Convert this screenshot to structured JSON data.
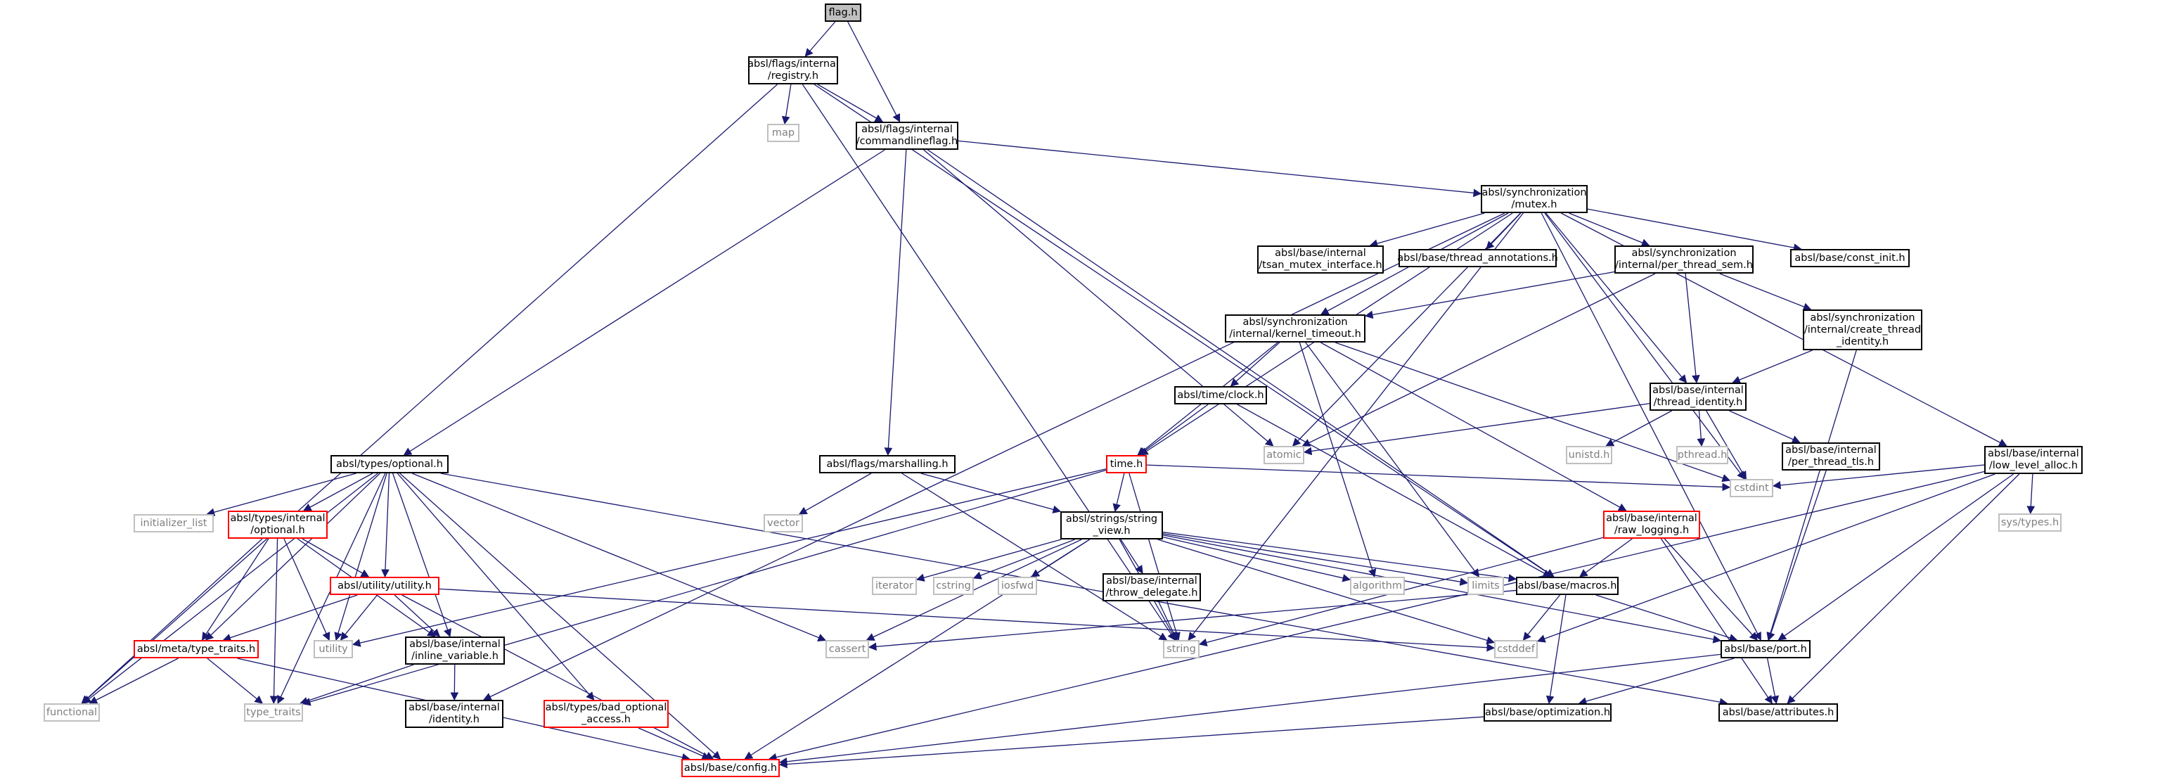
{
  "colors": {
    "edge": "#191970",
    "node_border": "#000000",
    "system_border": "#bfbfbf",
    "system_text": "#7f7f7f",
    "truncated_border": "#ff0000",
    "root_fill": "#bfbfbf"
  },
  "nodes": [
    {
      "id": "flag_h",
      "label": "flag.h",
      "kind": "root"
    },
    {
      "id": "registry",
      "label": "absl/flags/internal\n/registry.h",
      "kind": "normal"
    },
    {
      "id": "map",
      "label": "map",
      "kind": "system"
    },
    {
      "id": "commandlineflag",
      "label": "absl/flags/internal\n/commandlineflag.h",
      "kind": "normal"
    },
    {
      "id": "mutex",
      "label": "absl/synchronization\n/mutex.h",
      "kind": "normal"
    },
    {
      "id": "tsan",
      "label": "absl/base/internal\n/tsan_mutex_interface.h",
      "kind": "normal"
    },
    {
      "id": "thread_annotations",
      "label": "absl/base/thread_annotations.h",
      "kind": "normal"
    },
    {
      "id": "per_thread_sem",
      "label": "absl/synchronization\n/internal/per_thread_sem.h",
      "kind": "normal"
    },
    {
      "id": "const_init",
      "label": "absl/base/const_init.h",
      "kind": "normal"
    },
    {
      "id": "kernel_timeout",
      "label": "absl/synchronization\n/internal/kernel_timeout.h",
      "kind": "normal"
    },
    {
      "id": "create_thread_identity",
      "label": "absl/synchronization\n/internal/create_thread\n_identity.h",
      "kind": "normal"
    },
    {
      "id": "clock",
      "label": "absl/time/clock.h",
      "kind": "normal"
    },
    {
      "id": "thread_identity",
      "label": "absl/base/internal\n/thread_identity.h",
      "kind": "normal"
    },
    {
      "id": "atomic",
      "label": "atomic",
      "kind": "system"
    },
    {
      "id": "unistd",
      "label": "unistd.h",
      "kind": "system"
    },
    {
      "id": "pthread",
      "label": "pthread.h",
      "kind": "system"
    },
    {
      "id": "per_thread_tls",
      "label": "absl/base/internal\n/per_thread_tls.h",
      "kind": "normal"
    },
    {
      "id": "low_level_alloc",
      "label": "absl/base/internal\n/low_level_alloc.h",
      "kind": "normal"
    },
    {
      "id": "optional",
      "label": "absl/types/optional.h",
      "kind": "normal"
    },
    {
      "id": "marshalling",
      "label": "absl/flags/marshalling.h",
      "kind": "normal"
    },
    {
      "id": "time",
      "label": "time.h",
      "kind": "truncated"
    },
    {
      "id": "cstdint",
      "label": "cstdint",
      "kind": "system"
    },
    {
      "id": "sys_types",
      "label": "sys/types.h",
      "kind": "system"
    },
    {
      "id": "initializer_list",
      "label": "initializer_list",
      "kind": "system"
    },
    {
      "id": "types_internal_optional",
      "label": "absl/types/internal\n/optional.h",
      "kind": "truncated"
    },
    {
      "id": "vector",
      "label": "vector",
      "kind": "system"
    },
    {
      "id": "string_view",
      "label": "absl/strings/string\n_view.h",
      "kind": "normal"
    },
    {
      "id": "raw_logging",
      "label": "absl/base/internal\n/raw_logging.h",
      "kind": "truncated"
    },
    {
      "id": "utility_h",
      "label": "absl/utility/utility.h",
      "kind": "truncated"
    },
    {
      "id": "iterator",
      "label": "iterator",
      "kind": "system"
    },
    {
      "id": "cstring",
      "label": "cstring",
      "kind": "system"
    },
    {
      "id": "iosfwd",
      "label": "iosfwd",
      "kind": "system"
    },
    {
      "id": "throw_delegate",
      "label": "absl/base/internal\n/throw_delegate.h",
      "kind": "normal"
    },
    {
      "id": "algorithm",
      "label": "algorithm",
      "kind": "system"
    },
    {
      "id": "limits",
      "label": "limits",
      "kind": "system"
    },
    {
      "id": "macros",
      "label": "absl/base/macros.h",
      "kind": "normal"
    },
    {
      "id": "type_traits_h",
      "label": "absl/meta/type_traits.h",
      "kind": "truncated"
    },
    {
      "id": "utility",
      "label": "utility",
      "kind": "system"
    },
    {
      "id": "inline_variable",
      "label": "absl/base/internal\n/inline_variable.h",
      "kind": "normal"
    },
    {
      "id": "cassert",
      "label": "cassert",
      "kind": "system"
    },
    {
      "id": "string",
      "label": "string",
      "kind": "system"
    },
    {
      "id": "cstddef",
      "label": "cstddef",
      "kind": "system"
    },
    {
      "id": "port",
      "label": "absl/base/port.h",
      "kind": "normal"
    },
    {
      "id": "functional",
      "label": "functional",
      "kind": "system"
    },
    {
      "id": "type_traits",
      "label": "type_traits",
      "kind": "system"
    },
    {
      "id": "identity",
      "label": "absl/base/internal\n/identity.h",
      "kind": "normal"
    },
    {
      "id": "bad_optional_access",
      "label": "absl/types/bad_optional\n_access.h",
      "kind": "truncated"
    },
    {
      "id": "optimization",
      "label": "absl/base/optimization.h",
      "kind": "normal"
    },
    {
      "id": "attributes",
      "label": "absl/base/attributes.h",
      "kind": "normal"
    },
    {
      "id": "config",
      "label": "absl/base/config.h",
      "kind": "truncated"
    }
  ],
  "edges": [
    [
      "flag_h",
      "registry"
    ],
    [
      "flag_h",
      "commandlineflag"
    ],
    [
      "registry",
      "functional"
    ],
    [
      "registry",
      "map"
    ],
    [
      "registry",
      "commandlineflag"
    ],
    [
      "registry",
      "string"
    ],
    [
      "registry",
      "macros"
    ],
    [
      "commandlineflag",
      "optional"
    ],
    [
      "commandlineflag",
      "marshalling"
    ],
    [
      "commandlineflag",
      "mutex"
    ],
    [
      "commandlineflag",
      "atomic"
    ],
    [
      "commandlineflag",
      "macros"
    ],
    [
      "mutex",
      "tsan"
    ],
    [
      "mutex",
      "thread_annotations"
    ],
    [
      "mutex",
      "per_thread_sem"
    ],
    [
      "mutex",
      "const_init"
    ],
    [
      "mutex",
      "low_level_alloc"
    ],
    [
      "mutex",
      "kernel_timeout"
    ],
    [
      "mutex",
      "thread_identity"
    ],
    [
      "mutex",
      "time"
    ],
    [
      "mutex",
      "atomic"
    ],
    [
      "mutex",
      "cstdint"
    ],
    [
      "mutex",
      "string"
    ],
    [
      "mutex",
      "port"
    ],
    [
      "mutex",
      "identity"
    ],
    [
      "per_thread_sem",
      "kernel_timeout"
    ],
    [
      "per_thread_sem",
      "create_thread_identity"
    ],
    [
      "per_thread_sem",
      "thread_identity"
    ],
    [
      "per_thread_sem",
      "atomic"
    ],
    [
      "create_thread_identity",
      "thread_identity"
    ],
    [
      "create_thread_identity",
      "port"
    ],
    [
      "kernel_timeout",
      "clock"
    ],
    [
      "kernel_timeout",
      "time"
    ],
    [
      "kernel_timeout",
      "cstdint"
    ],
    [
      "kernel_timeout",
      "algorithm"
    ],
    [
      "kernel_timeout",
      "limits"
    ],
    [
      "kernel_timeout",
      "raw_logging"
    ],
    [
      "clock",
      "time"
    ],
    [
      "clock",
      "macros"
    ],
    [
      "thread_identity",
      "atomic"
    ],
    [
      "thread_identity",
      "unistd"
    ],
    [
      "thread_identity",
      "pthread"
    ],
    [
      "thread_identity",
      "per_thread_tls"
    ],
    [
      "thread_identity",
      "cstdint"
    ],
    [
      "per_thread_tls",
      "port"
    ],
    [
      "low_level_alloc",
      "cstdint"
    ],
    [
      "low_level_alloc",
      "sys_types"
    ],
    [
      "low_level_alloc",
      "port"
    ],
    [
      "low_level_alloc",
      "attributes"
    ],
    [
      "low_level_alloc",
      "config"
    ],
    [
      "low_level_alloc",
      "cstddef"
    ],
    [
      "optional",
      "initializer_list"
    ],
    [
      "optional",
      "types_internal_optional"
    ],
    [
      "optional",
      "utility_h"
    ],
    [
      "optional",
      "type_traits_h"
    ],
    [
      "optional",
      "utility"
    ],
    [
      "optional",
      "inline_variable"
    ],
    [
      "optional",
      "functional"
    ],
    [
      "optional",
      "type_traits"
    ],
    [
      "optional",
      "cassert"
    ],
    [
      "optional",
      "bad_optional_access"
    ],
    [
      "optional",
      "config"
    ],
    [
      "optional",
      "attributes"
    ],
    [
      "marshalling",
      "vector"
    ],
    [
      "marshalling",
      "string_view"
    ],
    [
      "marshalling",
      "string"
    ],
    [
      "time",
      "string_view"
    ],
    [
      "time",
      "cstdint"
    ],
    [
      "time",
      "string"
    ],
    [
      "time",
      "type_traits"
    ],
    [
      "time",
      "utility"
    ],
    [
      "types_internal_optional",
      "type_traits_h"
    ],
    [
      "types_internal_optional",
      "utility_h"
    ],
    [
      "types_internal_optional",
      "inline_variable"
    ],
    [
      "types_internal_optional",
      "utility"
    ],
    [
      "types_internal_optional",
      "functional"
    ],
    [
      "types_internal_optional",
      "type_traits"
    ],
    [
      "string_view",
      "iterator"
    ],
    [
      "string_view",
      "cstring"
    ],
    [
      "string_view",
      "iosfwd"
    ],
    [
      "string_view",
      "throw_delegate"
    ],
    [
      "string_view",
      "algorithm"
    ],
    [
      "string_view",
      "limits"
    ],
    [
      "string_view",
      "macros"
    ],
    [
      "string_view",
      "string"
    ],
    [
      "string_view",
      "cassert"
    ],
    [
      "string_view",
      "cstddef"
    ],
    [
      "string_view",
      "port"
    ],
    [
      "string_view",
      "config"
    ],
    [
      "raw_logging",
      "macros"
    ],
    [
      "raw_logging",
      "port"
    ],
    [
      "raw_logging",
      "attributes"
    ],
    [
      "raw_logging",
      "string"
    ],
    [
      "utility_h",
      "type_traits_h"
    ],
    [
      "utility_h",
      "utility"
    ],
    [
      "utility_h",
      "inline_variable"
    ],
    [
      "utility_h",
      "cstddef"
    ],
    [
      "utility_h",
      "config"
    ],
    [
      "throw_delegate",
      "string"
    ],
    [
      "macros",
      "cassert"
    ],
    [
      "macros",
      "cstddef"
    ],
    [
      "macros",
      "port"
    ],
    [
      "macros",
      "optimization"
    ],
    [
      "type_traits_h",
      "functional"
    ],
    [
      "type_traits_h",
      "type_traits"
    ],
    [
      "type_traits_h",
      "config"
    ],
    [
      "inline_variable",
      "type_traits"
    ],
    [
      "inline_variable",
      "identity"
    ],
    [
      "bad_optional_access",
      "config"
    ],
    [
      "port",
      "attributes"
    ],
    [
      "port",
      "optimization"
    ],
    [
      "port",
      "config"
    ],
    [
      "optimization",
      "config"
    ]
  ]
}
